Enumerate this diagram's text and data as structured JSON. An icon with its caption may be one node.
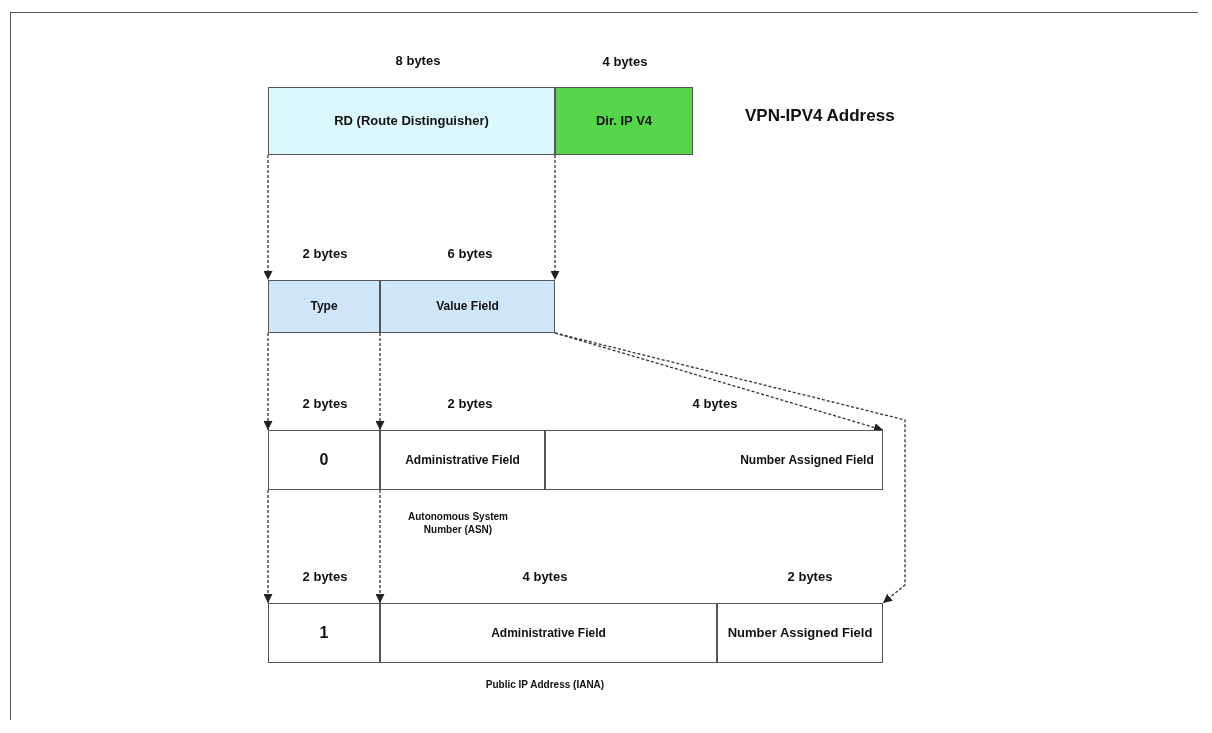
{
  "diagram": {
    "nodes": [
      {
        "text": [
          "RD (Route Distinguisher)"
        ],
        "beside": [
          "8 bytes"
        ]
      },
      {
        "text": [
          "Dir. IP V4"
        ],
        "beside": [
          "4 bytes"
        ]
      },
      {
        "text": [
          "Type"
        ],
        "beside": [
          "2 bytes"
        ]
      },
      {
        "text": [
          "Value Field"
        ],
        "beside": [
          "6 bytes"
        ]
      },
      {
        "text": [
          "0"
        ],
        "beside": [
          "2 bytes"
        ]
      },
      {
        "text": [
          "Administrative Field"
        ],
        "beside": [
          "2 bytes",
          "Autonomous System Number (ASN)"
        ]
      },
      {
        "text": [
          "Number Assigned Field"
        ],
        "beside": [
          "4 bytes"
        ]
      },
      {
        "text": [
          "1"
        ],
        "beside": [
          "2 bytes"
        ]
      },
      {
        "text": [
          "Administrative Field"
        ],
        "beside": [
          "4 bytes",
          "Public IP Address (IANA)"
        ]
      },
      {
        "text": [
          "Number Assigned Field"
        ],
        "beside": [
          "2 bytes"
        ]
      }
    ],
    "edges": [
      {
        "from": 0,
        "to": 2,
        "arrow": "to",
        "style": "dashed"
      },
      {
        "from": 0,
        "to": 3,
        "arrow": "to",
        "style": "dashed"
      },
      {
        "from": 2,
        "to": 4,
        "arrow": "to",
        "style": "dashed"
      },
      {
        "from": 3,
        "to": 5,
        "arrow": "to",
        "style": "dashed"
      },
      {
        "from": 3,
        "to": 6,
        "arrow": "to",
        "style": "dashed"
      },
      {
        "from": 3,
        "to": 9,
        "arrow": "to",
        "style": "dashed"
      },
      {
        "from": 4,
        "to": 7,
        "arrow": "to",
        "style": "dashed"
      },
      {
        "from": 5,
        "to": 8,
        "arrow": "to",
        "style": "dashed"
      }
    ],
    "labels": [
      "VPN-IPV4 Address"
    ]
  }
}
